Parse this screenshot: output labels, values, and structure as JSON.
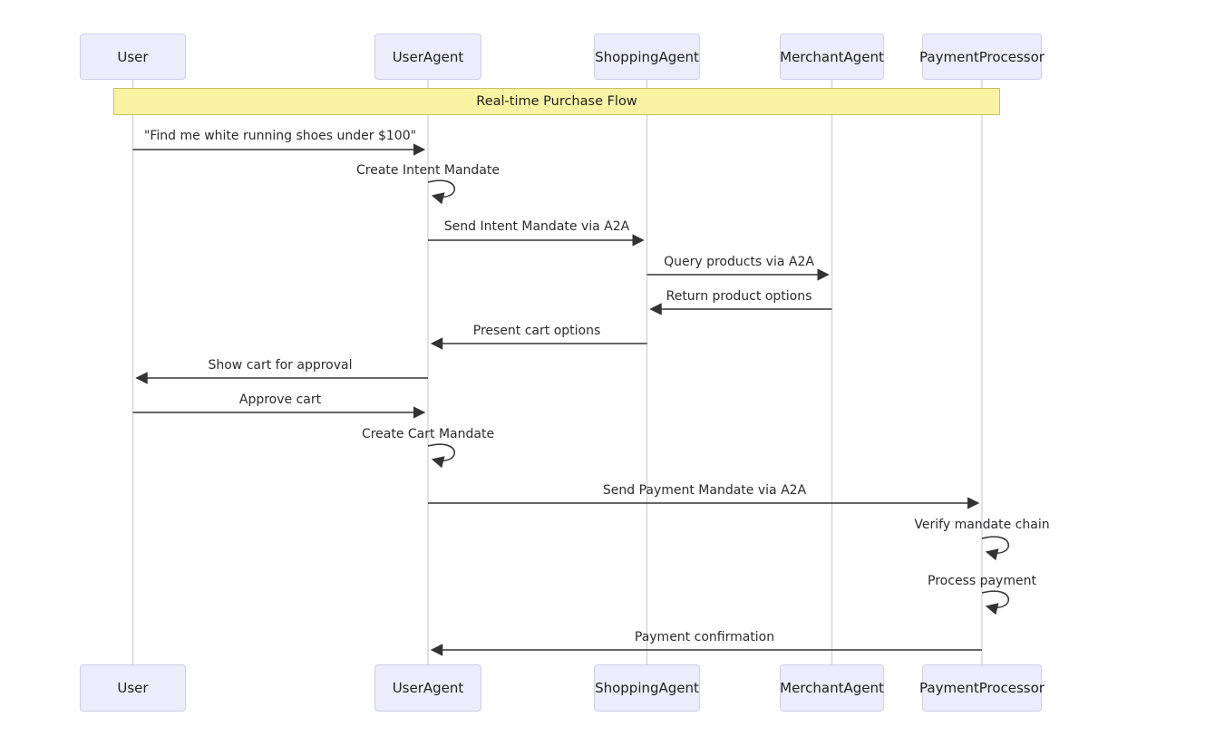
{
  "diagram": {
    "type": "sequence",
    "banner": {
      "title": "Real-time Purchase Flow"
    },
    "participants": [
      {
        "name": "User"
      },
      {
        "name": "UserAgent"
      },
      {
        "name": "ShoppingAgent"
      },
      {
        "name": "MerchantAgent"
      },
      {
        "name": "PaymentProcessor"
      }
    ],
    "messages": [
      {
        "from": "User",
        "to": "UserAgent",
        "label": "\"Find me white running shoes under $100\"",
        "type": "solid-arrow"
      },
      {
        "from": "UserAgent",
        "to": "UserAgent",
        "label": "Create Intent Mandate",
        "type": "self-loop"
      },
      {
        "from": "UserAgent",
        "to": "ShoppingAgent",
        "label": "Send Intent Mandate via A2A",
        "type": "solid-arrow"
      },
      {
        "from": "ShoppingAgent",
        "to": "MerchantAgent",
        "label": "Query products via A2A",
        "type": "solid-arrow"
      },
      {
        "from": "MerchantAgent",
        "to": "ShoppingAgent",
        "label": "Return product options",
        "type": "solid-arrow"
      },
      {
        "from": "ShoppingAgent",
        "to": "UserAgent",
        "label": "Present cart options",
        "type": "solid-arrow"
      },
      {
        "from": "UserAgent",
        "to": "User",
        "label": "Show cart for approval",
        "type": "solid-arrow"
      },
      {
        "from": "User",
        "to": "UserAgent",
        "label": "Approve cart",
        "type": "solid-arrow"
      },
      {
        "from": "UserAgent",
        "to": "UserAgent",
        "label": "Create Cart Mandate",
        "type": "self-loop"
      },
      {
        "from": "UserAgent",
        "to": "PaymentProcessor",
        "label": "Send Payment Mandate via A2A",
        "type": "solid-arrow"
      },
      {
        "from": "PaymentProcessor",
        "to": "PaymentProcessor",
        "label": "Verify mandate chain",
        "type": "self-loop"
      },
      {
        "from": "PaymentProcessor",
        "to": "PaymentProcessor",
        "label": "Process payment",
        "type": "self-loop"
      },
      {
        "from": "PaymentProcessor",
        "to": "UserAgent",
        "label": "Payment confirmation",
        "type": "solid-arrow"
      }
    ],
    "colors": {
      "actor_fill": "#ECECFA",
      "actor_border": "#CFCFE8",
      "banner_fill": "#FBF3A4",
      "banner_border": "#C9C06A",
      "lifeline": "#D5D5E8",
      "arrow": "#333333",
      "text": "#2b2b2b",
      "background": "#ffffff"
    }
  }
}
